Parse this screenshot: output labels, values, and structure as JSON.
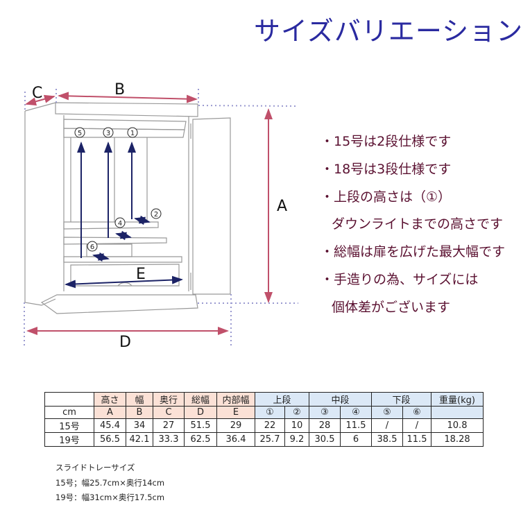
{
  "title": "サイズバリエーション",
  "diagram": {
    "labels": {
      "A": "A",
      "B": "B",
      "C": "C",
      "D": "D",
      "E": "E"
    },
    "markers": [
      "①",
      "②",
      "③",
      "④",
      "⑤",
      "⑥"
    ],
    "colors": {
      "dimension_arrow": "#c0506a",
      "inner_arrow": "#1c2366",
      "guide_dots": "#9a9ad0",
      "outline": "#888888"
    }
  },
  "notes": [
    "・15号は2段仕様です",
    "・18号は3段仕様です",
    "・上段の高さは（①）",
    "ダウンライトまでの高さです",
    "・総幅は扉を広げた最大幅です",
    "・手造りの為、サイズには",
    "個体差がございます"
  ],
  "table": {
    "header1": [
      "",
      "高さ",
      "幅",
      "奥行",
      "総幅",
      "内部幅",
      "上段",
      "中段",
      "下段",
      "重量(kg)"
    ],
    "header2": [
      "cm",
      "A",
      "B",
      "C",
      "D",
      "E",
      "①",
      "②",
      "③",
      "④",
      "⑤",
      "⑥",
      ""
    ],
    "rows": [
      [
        "15号",
        "45.4",
        "34",
        "27",
        "51.5",
        "29",
        "22",
        "10",
        "28",
        "11.5",
        "/",
        "/",
        "10.8"
      ],
      [
        "19号",
        "56.5",
        "42.1",
        "33.3",
        "62.5",
        "36.4",
        "25.7",
        "9.2",
        "30.5",
        "6",
        "38.5",
        "11.5",
        "18.28"
      ]
    ]
  },
  "tray": {
    "title": "スライドトレーサイズ",
    "lines": [
      "15号；幅25.7cm×奥行14cm",
      "19号：幅31cm×奥行17.5cm"
    ]
  }
}
